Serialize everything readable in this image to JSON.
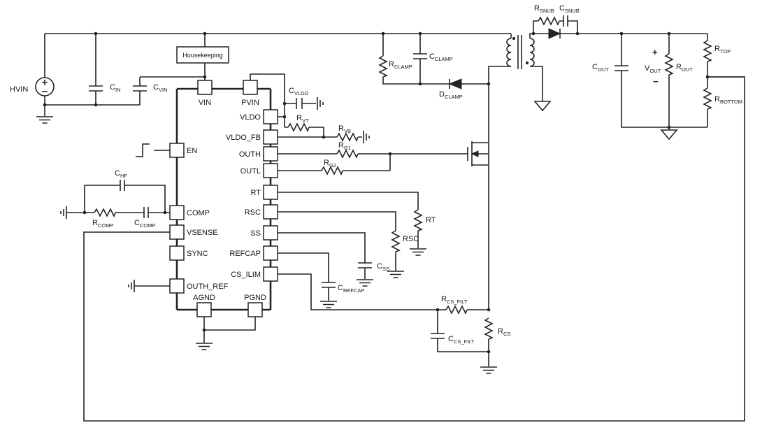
{
  "labels": {
    "hvin": "HVIN",
    "housekeeping": "Housekeeping",
    "plus": "+",
    "minus": "−"
  },
  "pins": {
    "vin": "VIN",
    "pvin": "PVIN",
    "vldo": "VLDO",
    "vldo_fb": "VLDO_FB",
    "outh": "OUTH",
    "outl": "OUTL",
    "rt": "RT",
    "rsc": "RSC",
    "ss": "SS",
    "refcap": "REFCAP",
    "cs_ilim": "CS_ILIM",
    "en": "EN",
    "comp": "COMP",
    "vsense": "VSENSE",
    "sync": "SYNC",
    "outh_ref": "OUTH_REF",
    "agnd": "AGND",
    "pgnd": "PGND"
  },
  "components": {
    "cin": {
      "m": "C",
      "s": "IN"
    },
    "cvin": {
      "m": "C",
      "s": "VIN"
    },
    "cvldo": {
      "m": "C",
      "s": "VLDO"
    },
    "rvt": {
      "m": "R",
      "s": "VT"
    },
    "rvb": {
      "m": "R",
      "s": "VB"
    },
    "rg1": {
      "m": "R",
      "s": "G1"
    },
    "rg2": {
      "m": "R",
      "s": "G2"
    },
    "rclamp": {
      "m": "R",
      "s": "CLAMP"
    },
    "cclamp": {
      "m": "C",
      "s": "CLAMP"
    },
    "dclamp": {
      "m": "D",
      "s": "CLAMP"
    },
    "rsnub": {
      "m": "R",
      "s": "SNUB"
    },
    "csnub": {
      "m": "C",
      "s": "SNUB"
    },
    "cout": {
      "m": "C",
      "s": "OUT"
    },
    "vout": {
      "m": "V",
      "s": "OUT"
    },
    "rout": {
      "m": "R",
      "s": "OUT"
    },
    "rtop": {
      "m": "R",
      "s": "TOP"
    },
    "rbottom": {
      "m": "R",
      "s": "BOTTOM"
    },
    "rt_ext": "RT",
    "rsc_ext": "RSC",
    "css": {
      "m": "C",
      "s": "SS"
    },
    "crefcap": {
      "m": "C",
      "s": "REFCAP"
    },
    "rcs_filt": {
      "m": "R",
      "s": "CS_FILT"
    },
    "ccs_filt": {
      "m": "C",
      "s": "CS_FILT"
    },
    "rcs": {
      "m": "R",
      "s": "CS"
    },
    "chf": {
      "m": "C",
      "s": "HF"
    },
    "rcomp": {
      "m": "R",
      "s": "COMP"
    },
    "ccomp": {
      "m": "C",
      "s": "COMP"
    }
  },
  "colors": {
    "wire": "#232323",
    "background": "#ffffff"
  }
}
